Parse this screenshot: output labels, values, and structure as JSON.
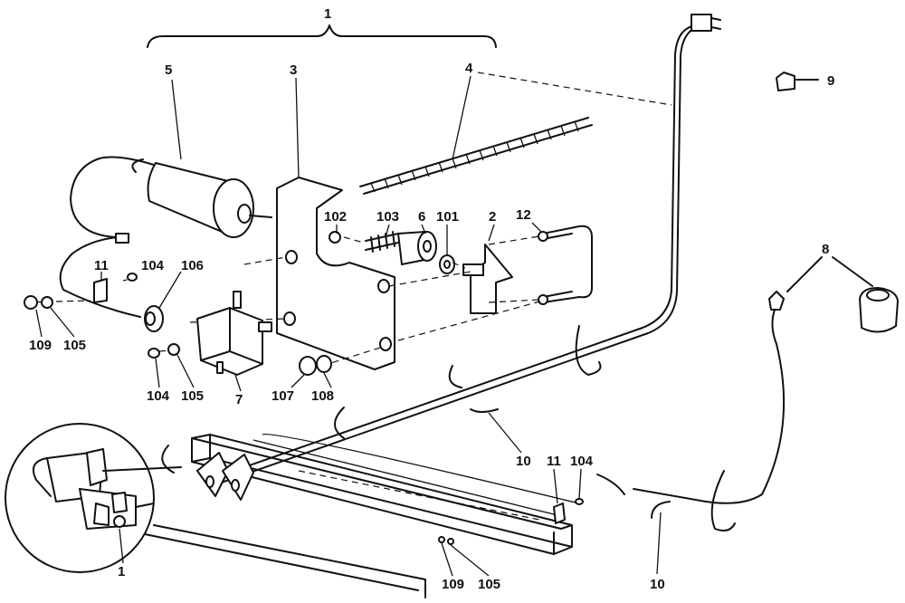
{
  "callouts": {
    "assembly_top": "1",
    "assembly_detail": "1",
    "bracket_2": "2",
    "plate_3": "3",
    "spring_4": "4",
    "motor_5": "5",
    "bushing_6": "6",
    "switch_7": "7",
    "button_8": "8",
    "clip_9": "9",
    "clamp_10_mid": "10",
    "clamp_10_low": "10",
    "bracket_11_left": "11",
    "bracket_11_right": "11",
    "rod_12": "12",
    "washer_101": "101",
    "nut_102": "102",
    "spring_103": "103",
    "screw_104_top": "104",
    "screw_104_mid": "104",
    "screw_104_right": "104",
    "washer_105_left": "105",
    "washer_105_mid": "105",
    "washer_105_bottom": "105",
    "grommet_106": "106",
    "nut_107": "107",
    "washer_108": "108",
    "nut_109_left": "109",
    "nut_109_bottom": "109"
  }
}
